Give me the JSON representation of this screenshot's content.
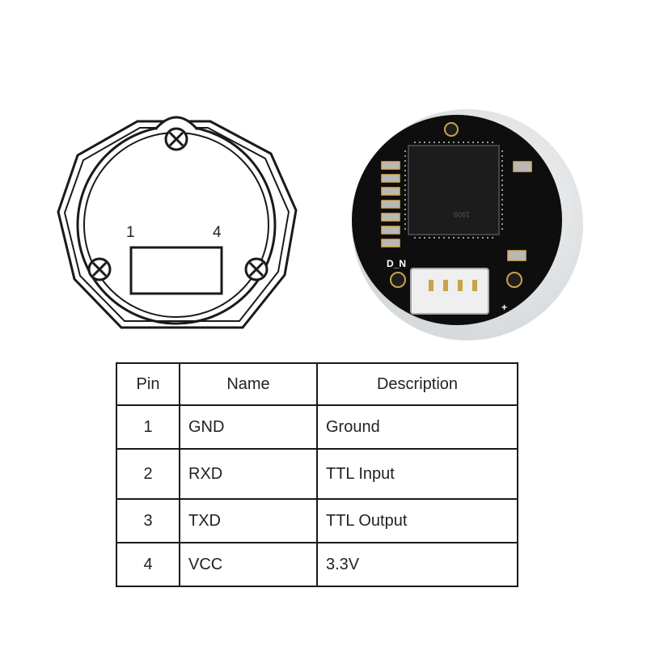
{
  "diagram": {
    "pin_first_label": "1",
    "pin_last_label": "4"
  },
  "photo": {
    "silk_label_left": "D_N",
    "chip_marking": "1909",
    "colors": {
      "pcb": "#0e0e0e",
      "connector": "#efefef",
      "pad": "#c9a24a",
      "silk": "#ffffff"
    }
  },
  "table": {
    "headers": [
      "Pin",
      "Name",
      "Description"
    ],
    "rows": [
      {
        "pin": "1",
        "name": "GND",
        "description": "Ground"
      },
      {
        "pin": "2",
        "name": "RXD",
        "description": "TTL Input"
      },
      {
        "pin": "3",
        "name": "TXD",
        "description": "TTL Output"
      },
      {
        "pin": "4",
        "name": "VCC",
        "description": "3.3V"
      }
    ]
  }
}
